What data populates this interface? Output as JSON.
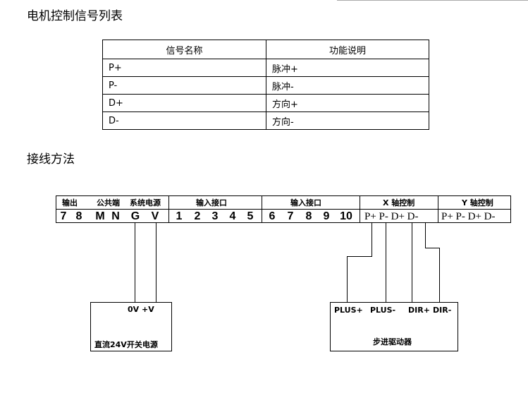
{
  "title": "电机控制信号列表",
  "table": {
    "headers": [
      "信号名称",
      "功能说明"
    ],
    "rows": [
      [
        "P+",
        "脉冲+"
      ],
      [
        "P-",
        "脉冲-"
      ],
      [
        "D+",
        "方向+"
      ],
      [
        "D-",
        "方向-"
      ]
    ]
  },
  "wiring_title": "接线方法",
  "strip": {
    "group_output": "输出",
    "group_common": "公共端",
    "group_power": "系统电源",
    "group_input1": "输入接口",
    "group_input2": "输入接口",
    "group_x": "X 轴控制",
    "group_y": "Y 轴控制",
    "pins_left": [
      "7",
      "8",
      "M",
      "N",
      "G",
      "V"
    ],
    "pins_in1": [
      "1",
      "2",
      "3",
      "4",
      "5"
    ],
    "pins_in2": [
      "6",
      "7",
      "8",
      "9",
      "10"
    ],
    "pins_x": "P+ P- D+ D-",
    "pins_y": "P+ P- D+ D-"
  },
  "power_box": {
    "terminals": "0V  +V",
    "label": "直流24V开关电源"
  },
  "driver_box": {
    "terminals": [
      "PLUS+",
      "PLUS-",
      "DIR+",
      "DIR-"
    ],
    "label": "步进驱动器"
  }
}
